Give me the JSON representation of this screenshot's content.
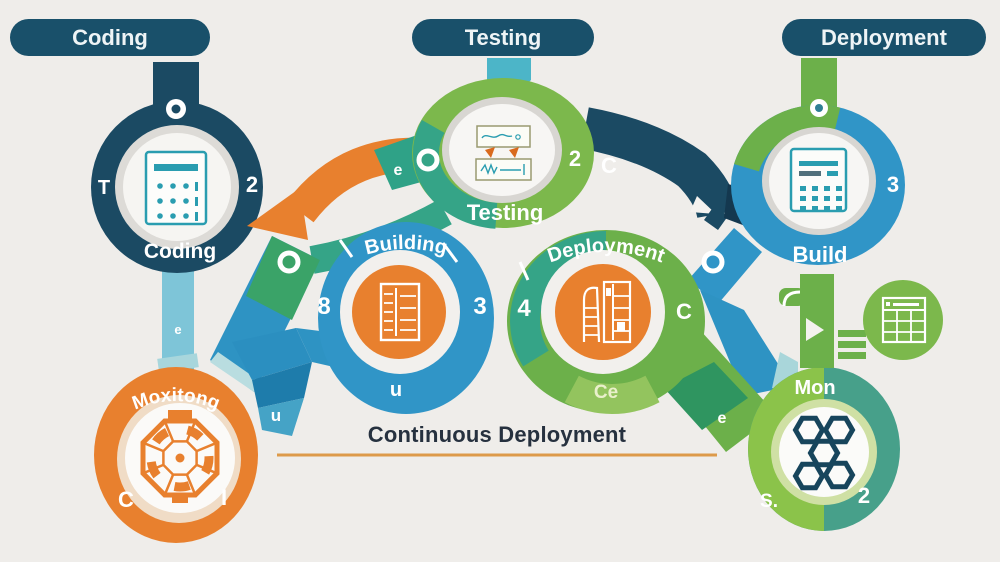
{
  "figure": {
    "type": "infographic-diagram",
    "topic": "Continuous Deployment pipeline"
  },
  "banners": [
    {
      "id": "coding",
      "label": "Coding"
    },
    {
      "id": "testing",
      "label": "Testing"
    },
    {
      "id": "deployment",
      "label": "Deployment"
    }
  ],
  "title": {
    "text": "Continuous Deployment"
  },
  "nodes": {
    "coding": {
      "label": "Coding",
      "side_left": "T",
      "side_right": "2",
      "icon": "calculator-icon"
    },
    "testing": {
      "label": "Testing",
      "side_right": "2",
      "ring_letter_left": "e",
      "arc_letter": "C",
      "icon": "test-report-icon"
    },
    "build": {
      "label": "Build",
      "side_right": "3",
      "icon": "calculator-icon"
    },
    "building": {
      "label": "Building",
      "side_left": "8",
      "side_right": "3",
      "side_bottom": "u",
      "icon": "document-icon"
    },
    "deployment": {
      "label": "Deployment",
      "side_left": "4",
      "side_right": "C",
      "side_bottom": "Ce",
      "icon": "buildings-icon"
    },
    "monitoring": {
      "label": "Moxitong",
      "side_left": "C",
      "side_right": "I",
      "icon": "mesh-wheel-icon"
    },
    "mon": {
      "label": "Mon",
      "side_left": "S.",
      "side_right": "2",
      "icon": "hexagon-cluster-icon"
    }
  },
  "connectors": {
    "coding_monitoring_letter": "e",
    "building_monitoring_letter": "u",
    "deployment_mon_letter": "e"
  },
  "extras": {
    "spreadsheet_circle": "spreadsheet-icon",
    "pipe": "flow-pipe-icon",
    "list": "list-bars-icon"
  },
  "colors": {
    "background": "#efedea",
    "navy": "#1b4a63",
    "banner": "#19506a",
    "blue": "#3095c7",
    "light_blue": "#7ec5d8",
    "teal": "#2fa287",
    "teal_arrow": "#4cb5c8",
    "green": "#7cb84c",
    "green_mid": "#6cb04a",
    "green_dark": "#2f9560",
    "orange": "#e8802e",
    "underline": "#dd9a4a",
    "title_text": "#26313f"
  }
}
